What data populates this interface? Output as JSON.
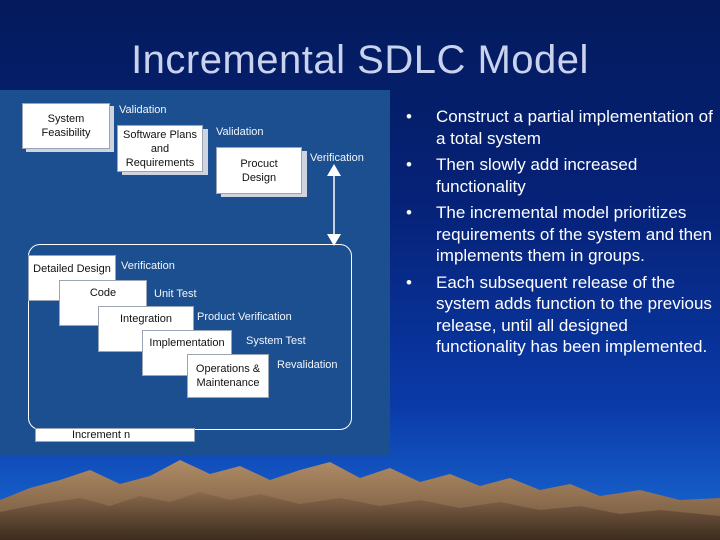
{
  "slide": {
    "title": "Incremental SDLC Model"
  },
  "diagram": {
    "boxes": {
      "system_feasibility": "System Feasibility",
      "software_plans": "Software Plans and Requirements",
      "product_design": "Procuct Design",
      "detailed_design": "Detailed Design",
      "code": "Code",
      "integration": "Integration",
      "implementation": "Implementation",
      "operations": "Operations & Maintenance",
      "increment": "Increment n"
    },
    "labels": {
      "validation_1": "Validation",
      "validation_2": "Validation",
      "verification_top": "Verification",
      "verification_inc": "Verification",
      "unit_test": "Unit Test",
      "product_verification": "Product Verification",
      "system_test": "System Test",
      "revalidation": "Revalidation"
    }
  },
  "bullets": [
    "Construct a partial implementation of a total system",
    "Then slowly add increased functionality",
    "The incremental model prioritizes requirements of the system and then implements them in groups.",
    "Each subsequent release of the system adds function to the previous release, until all designed functionality has been implemented."
  ],
  "colors": {
    "background_top": "#041a5c",
    "background_bottom": "#1a6bd6",
    "diagram_bg": "#1c4f8f"
  }
}
